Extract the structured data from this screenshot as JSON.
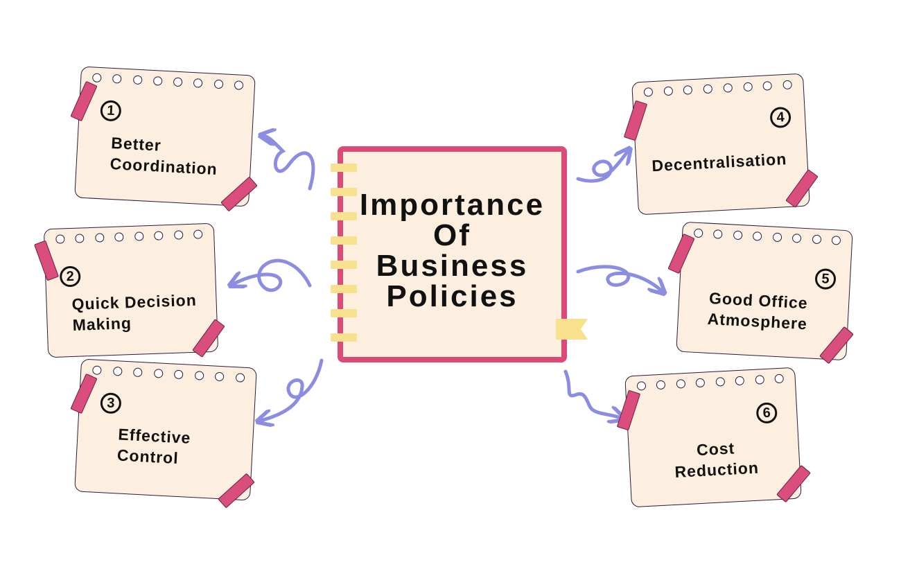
{
  "title": {
    "line1": "Importance",
    "line2": "Of",
    "line3": "Business",
    "line4": "Policies"
  },
  "items": [
    {
      "number": "1",
      "line1": "Better",
      "line2": "Coordination"
    },
    {
      "number": "2",
      "line1": "Quick Decision",
      "line2": "Making"
    },
    {
      "number": "3",
      "line1": "Effective",
      "line2": "Control"
    },
    {
      "number": "4",
      "line1": "Decentralisation",
      "line2": ""
    },
    {
      "number": "5",
      "line1": "Good Office",
      "line2": "Atmosphere"
    },
    {
      "number": "6",
      "line1": "Cost",
      "line2": "Reduction"
    }
  ],
  "colors": {
    "notebook_border": "#dc4a78",
    "paper": "#fdefdf",
    "spiral": "#f7e08e",
    "tape": "#d94e7c",
    "arrow": "#8b8ee0"
  }
}
